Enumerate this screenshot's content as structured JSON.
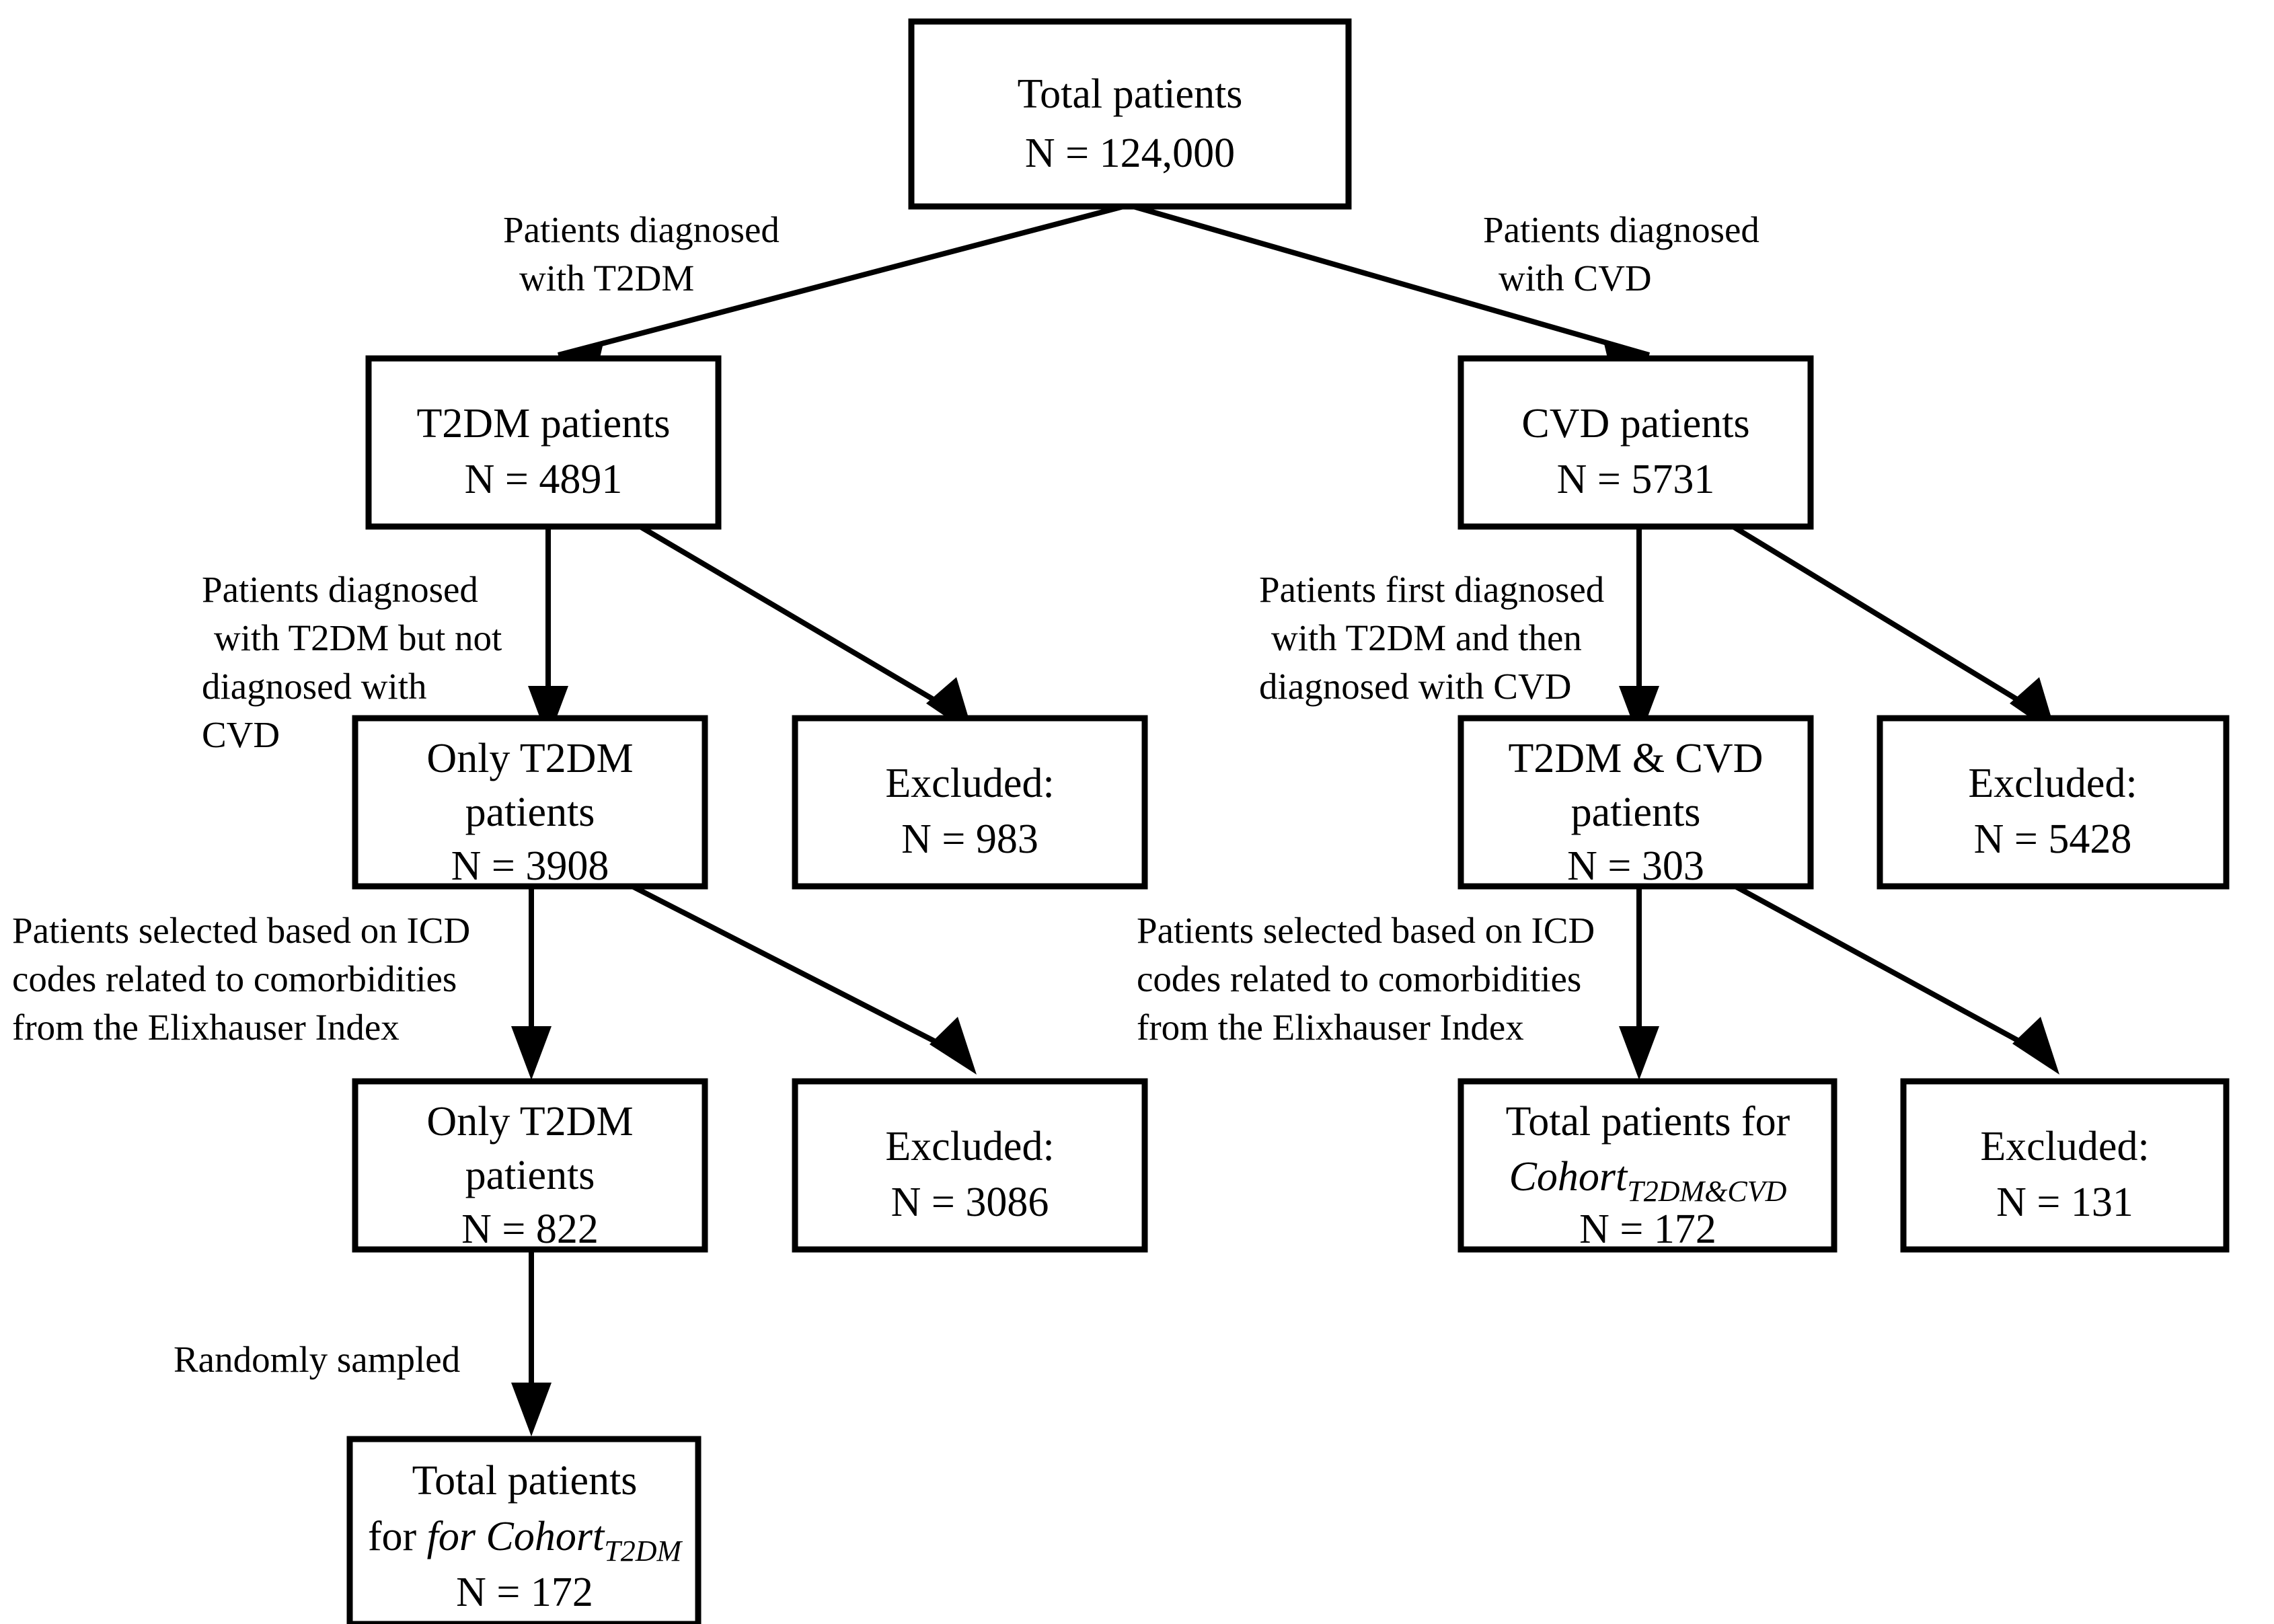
{
  "diagram": {
    "type": "flowchart",
    "title": "Patient cohort selection flow diagram",
    "colors": {
      "background": "#ffffff",
      "box_border": "#000000",
      "box_fill": "#ffffff",
      "text": "#000000",
      "connector": "#000000"
    },
    "nodes": [
      {
        "id": "total-patients",
        "lines": [
          "Total patients",
          "N = 124,000"
        ],
        "label": "Total patients",
        "count": "N = 124,000"
      },
      {
        "id": "t2dm-patients",
        "lines": [
          "T2DM patients",
          "N = 4891"
        ],
        "label": "T2DM patients",
        "count": "N = 4891"
      },
      {
        "id": "cvd-patients",
        "lines": [
          "CVD patients",
          "N = 5731"
        ],
        "label": "CVD patients",
        "count": "N = 5731"
      },
      {
        "id": "only-t2dm-3908",
        "lines": [
          "Only T2DM",
          "patients",
          "N = 3908"
        ],
        "label": "Only T2DM patients",
        "count": "N = 3908"
      },
      {
        "id": "excluded-983",
        "lines": [
          "Excluded:",
          "N = 983"
        ],
        "label": "Excluded:",
        "count": "N = 983"
      },
      {
        "id": "t2dm-cvd-303",
        "lines": [
          "T2DM & CVD",
          "patients",
          "N = 303"
        ],
        "label": "T2DM & CVD patients",
        "count": "N = 303"
      },
      {
        "id": "excluded-5428",
        "lines": [
          "Excluded:",
          "N = 5428"
        ],
        "label": "Excluded:",
        "count": "N = 5428"
      },
      {
        "id": "only-t2dm-822",
        "lines": [
          "Only T2DM",
          "patients",
          "N = 822"
        ],
        "label": "Only T2DM patients",
        "count": "N = 822"
      },
      {
        "id": "excluded-3086",
        "lines": [
          "Excluded:",
          "N = 3086"
        ],
        "label": "Excluded:",
        "count": "N = 3086"
      },
      {
        "id": "cohort-t2dm-cvd-172",
        "lines": [
          "Total patients  for",
          "Cohort",
          "T2DM&CVD",
          "N = 172"
        ],
        "label": "Total patients for",
        "cohort_word": "Cohort",
        "cohort_subscript": "T2DM&CVD",
        "count": "N = 172"
      },
      {
        "id": "excluded-131",
        "lines": [
          "Excluded:",
          "N = 131"
        ],
        "label": "Excluded:",
        "count": "N = 131"
      },
      {
        "id": "cohort-t2dm-172",
        "lines": [
          "Total patients",
          "for Cohort",
          "T2DM",
          "N = 172"
        ],
        "label": "Total patients",
        "for_word": "for ",
        "cohort_word": "Cohort",
        "cohort_subscript": "T2DM",
        "count": "N = 172"
      }
    ],
    "edge_labels": [
      {
        "id": "edge-label-t2dm-branch",
        "lines": [
          "Patients diagnosed",
          "with T2DM"
        ]
      },
      {
        "id": "edge-label-cvd-branch",
        "lines": [
          "Patients diagnosed",
          "with CVD"
        ]
      },
      {
        "id": "edge-label-t2dm-not-cvd",
        "lines": [
          "Patients diagnosed",
          "with T2DM but not",
          "diagnosed with",
          "CVD"
        ]
      },
      {
        "id": "edge-label-t2dm-then-cvd",
        "lines": [
          "Patients first diagnosed",
          "with T2DM and then",
          "diagnosed with CVD"
        ]
      },
      {
        "id": "edge-label-icd-left",
        "lines": [
          "Patients selected based on ICD",
          "codes  related  to  comorbidities",
          "from the Elixhauser Index"
        ]
      },
      {
        "id": "edge-label-icd-right",
        "lines": [
          "Patients selected based on ICD",
          "codes  related  to  comorbidities",
          "from the Elixhauser Index"
        ]
      },
      {
        "id": "edge-label-randomly-sampled",
        "lines": [
          "Randomly sampled"
        ]
      }
    ]
  }
}
